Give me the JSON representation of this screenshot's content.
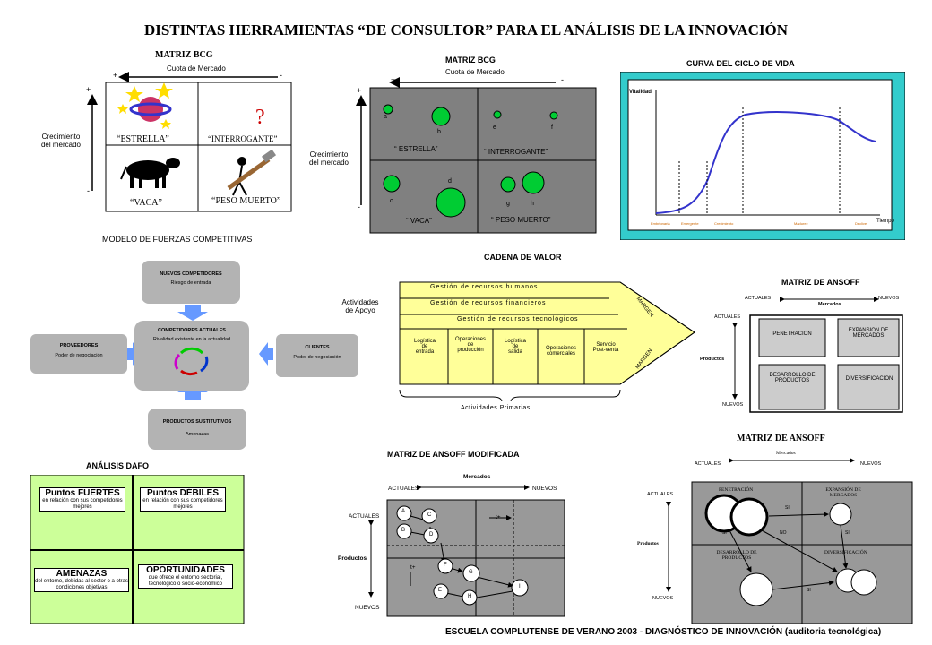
{
  "title": "DISTINTAS HERRAMIENTAS “DE CONSULTOR” PARA EL ANÁLISIS DE LA INNOVACIÓN",
  "footer": "ESCUELA COMPLUTENSE DE VERANO 2003 - DIAGNÓSTICO DE INNOVACIÓN (auditoria tecnológica)",
  "bcg1": {
    "title": "MATRIZ BCG",
    "x_axis": "Cuota de Mercado",
    "plus": "+",
    "minus": "-",
    "y_axis_1": "Crecimiento",
    "y_axis_2": "del mercado",
    "q_star": "“ESTRELLA”",
    "q_question": "“INTERROGANTE”",
    "q_cow": "“VACA”",
    "q_dead": "“PESO MUERTO”",
    "question_mark": "?"
  },
  "bcg2": {
    "title": "MATRIZ BCG",
    "x_axis": "Cuota de Mercado",
    "plus": "+",
    "minus": "-",
    "y_axis_1": "Crecimiento",
    "y_axis_2": "del mercado",
    "q_star": "“ ESTRELLA”",
    "q_question": "“ INTERROGANTE”",
    "q_cow": "“ VACA”",
    "q_dead": "“ PESO MUERTO”",
    "labels": [
      "a",
      "b",
      "e",
      "f",
      "c",
      "d",
      "g",
      "h"
    ],
    "accent": "#00cc33",
    "bg": "#808080"
  },
  "lifecycle": {
    "title": "CURVA DEL CICLO DE VIDA",
    "y_label": "Vitalidad",
    "x_label": "Tiempo",
    "phases": [
      "Embrionaria",
      "Emergente",
      "Crecimiento",
      "Madurez",
      "Declive"
    ],
    "bg": "#33cccc",
    "curve": "#3333cc"
  },
  "porter": {
    "title": "MODELO DE FUERZAS COMPETITIVAS",
    "new_title": "NUEVOS COMPETIDORES",
    "new_sub": "Riesgo de entrada",
    "current_title": "COMPETIDORES ACTUALES",
    "current_sub": "Rivalidad existente en la actualidad",
    "supplier_title": "PROVEEDORES",
    "supplier_sub": "Poder de negociación",
    "client_title": "CLIENTES",
    "client_sub": "Poder de negociación",
    "subst_title": "PRODUCTOS SUSTITUTIVOS",
    "subst_sub": "Amenazas",
    "box_bg": "#b3b3b3",
    "arrow": "#6699ff"
  },
  "value_chain": {
    "title": "CADENA DE VALOR",
    "support_label_1": "Actividades",
    "support_label_2": "de Apoyo",
    "support": [
      "Gestión de recursos humanos",
      "Gestión de recursos financieros",
      "Gestión de recursos tecnológicos"
    ],
    "primary": [
      [
        "Logística",
        "de",
        "entrada"
      ],
      [
        "Operaciones",
        "de",
        "producción"
      ],
      [
        "Logística",
        "de",
        "salida"
      ],
      [
        "Operaciones",
        "comerciales"
      ],
      [
        "Servicio",
        "Post-venta"
      ]
    ],
    "margin": "MARGEN",
    "primary_label": "Actividades Primarias",
    "fill": "#ffff99"
  },
  "ansoff1": {
    "title": "MATRIZ DE ANSOFF",
    "actuales": "ACTUALES",
    "nuevos": "NUEVOS",
    "mercados": "Mercados",
    "productos": "Productos",
    "penetracion": "PENETRACION",
    "expansion": "EXPANSION DE MERCADOS",
    "desarrollo": "DESARROLLO DE PRODUCTOS",
    "diversificacion": "DIVERSIFICACION"
  },
  "dafo": {
    "title": "ANÁLISIS DAFO",
    "strengths": "Puntos FUERTES",
    "strengths_sub": "en relación con sus competidores mejores",
    "weaknesses": "Puntos DÉBILES",
    "weaknesses_sub": "en relación con sus competidores mejores",
    "threats": "AMENAZAS",
    "threats_sub": "del entorno, debidas al sector o a otras condiciones objetivas",
    "opportunities": "OPORTUNIDADES",
    "opportunities_sub": "que ofrece el entorno sectorial, tecnológico o socio-económico",
    "bg": "#ccff99"
  },
  "ansoff_mod": {
    "title": "MATRIZ DE ANSOFF MODIFICADA",
    "mercados": "Mercados",
    "actuales": "ACTUALES",
    "nuevos": "NUEVOS",
    "productos": "Productos",
    "nodes": [
      "A",
      "C",
      "B",
      "D",
      "F",
      "G",
      "E",
      "H",
      "I"
    ],
    "tplus": "t+",
    "bg": "#999999"
  },
  "ansoff2": {
    "title": "MATRIZ DE ANSOFF",
    "mercados": "Mercados",
    "actuales": "ACTUALES",
    "nuevos": "NUEVOS",
    "productos": "Productos",
    "penetracion": "PENETRACIÓN",
    "expansion": "EXPANSIÓN DE MERCADOS",
    "desarrollo": "DESARROLLO DE PRODUCTOS",
    "diversificacion": "DIVERSIFICACIÓN",
    "si": "SI",
    "no": "NO",
    "bg": "#999999"
  }
}
